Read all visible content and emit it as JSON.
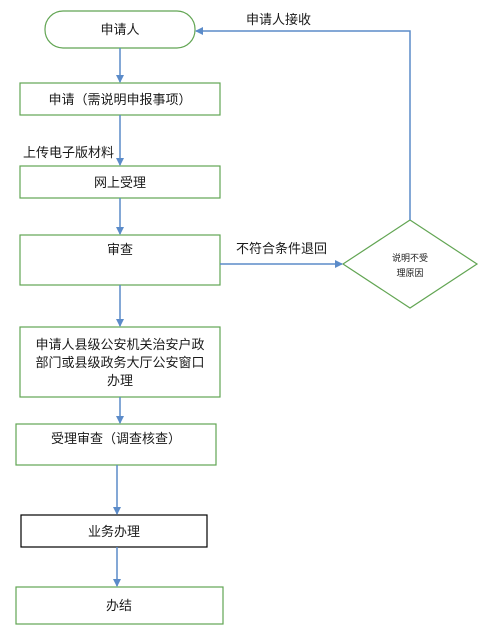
{
  "nodes": {
    "start": "申请人",
    "apply": "申请（需说明申报事项）",
    "online": "网上受理",
    "review": "审查",
    "handle": [
      "申请人县级公安机关治安户政",
      "部门或县级政务大厅公安窗口",
      "办理"
    ],
    "accept_review": "受理审查（调查核查）",
    "business": "业务办理",
    "finish": "办结",
    "decision": [
      "说明不受",
      "理原因"
    ]
  },
  "edges": {
    "upload": "上传电子版材料",
    "reject": "不符合条件退回",
    "receive": "申请人接收"
  },
  "colors": {
    "green": "#62a553",
    "arrow": "#5b8bc9",
    "black": "#000000"
  }
}
